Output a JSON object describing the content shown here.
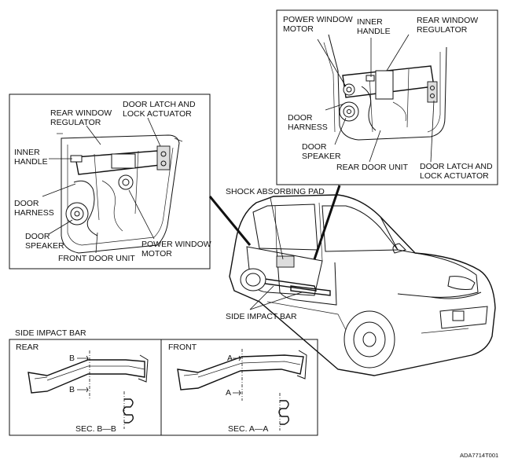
{
  "front_panel": {
    "rear_window_regulator": [
      "REAR WINDOW",
      "REGULATOR"
    ],
    "door_latch_lock_actuator": [
      "DOOR LATCH AND",
      "LOCK ACTUATOR"
    ],
    "inner_handle": [
      "INNER",
      "HANDLE"
    ],
    "door_harness": [
      "DOOR",
      "HARNESS"
    ],
    "door_speaker": [
      "DOOR",
      "SPEAKER"
    ],
    "power_window_motor": [
      "POWER WINDOW",
      "MOTOR"
    ],
    "unit_label": "FRONT DOOR UNIT"
  },
  "rear_panel": {
    "power_window_motor": [
      "POWER WINDOW",
      "MOTOR"
    ],
    "inner_handle": [
      "INNER",
      "HANDLE"
    ],
    "rear_window_regulator": [
      "REAR WINDOW",
      "REGULATOR"
    ],
    "door_harness": [
      "DOOR",
      "HARNESS"
    ],
    "door_speaker": [
      "DOOR",
      "SPEAKER"
    ],
    "unit_label": "REAR DOOR UNIT",
    "door_latch_lock_actuator": [
      "DOOR LATCH AND",
      "LOCK ACTUATOR"
    ]
  },
  "vehicle": {
    "shock_absorbing_pad": "SHOCK ABSORBING PAD",
    "side_impact_bar": "SIDE IMPACT BAR"
  },
  "impact_section": {
    "title": "SIDE IMPACT BAR",
    "rear": {
      "label": "REAR",
      "cut_top": "B",
      "cut_bottom": "B",
      "section": "SEC. B—B"
    },
    "front": {
      "label": "FRONT",
      "cut_top": "A",
      "cut_bottom": "A",
      "section": "SEC. A—A"
    }
  },
  "figure_code": "ADA7714T001"
}
